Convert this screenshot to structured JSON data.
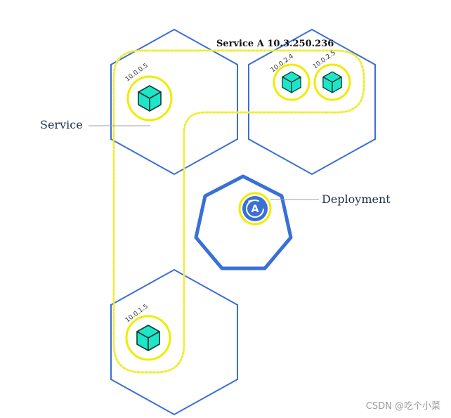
{
  "diagram": {
    "service_title": "Service A 10.3.250.236",
    "service_label": "Service",
    "deployment_label": "Deployment",
    "deployment_icon_letter": "A",
    "pod_ips": [
      "10.0.0.5",
      "10.0.2.4",
      "10.0.2.5",
      "10.0.1.5"
    ],
    "watermark": "CSDN @吃个小菜"
  },
  "colors": {
    "node_stroke": "#3a6fd8",
    "service_dotted": "#f0ec3a",
    "pod_ring": "#f0ec00",
    "pod_fill": "#1de6c8",
    "deployment_fill": "#3a6fd8",
    "text_dark": "#1e3048",
    "watermark": "#9a9a9a"
  }
}
